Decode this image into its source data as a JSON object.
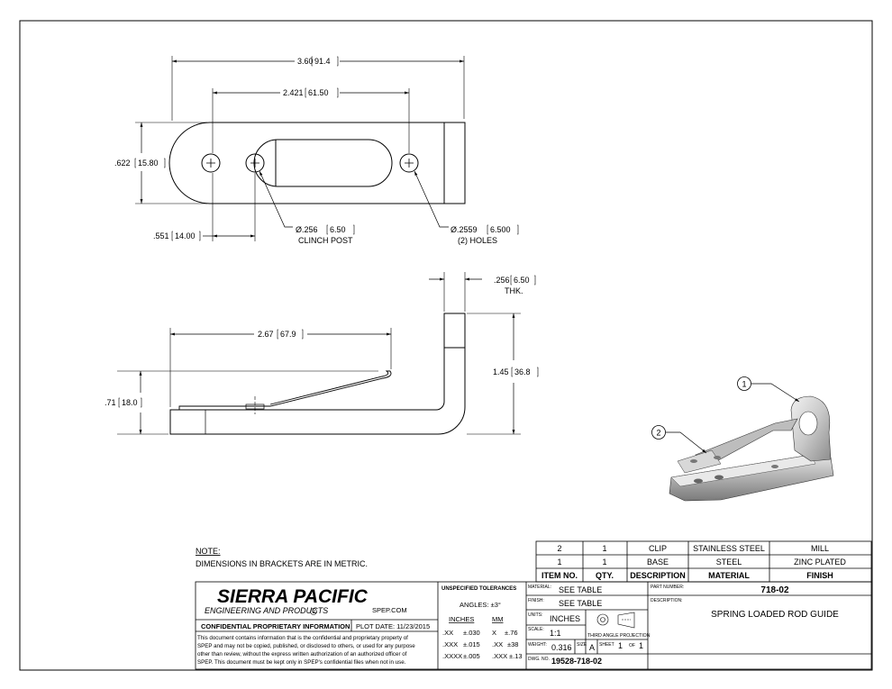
{
  "dims": {
    "overall_length": "3.60",
    "overall_length_mm": "91.4",
    "hole_spacing": "2.421",
    "hole_spacing_mm": "61.50",
    "width": ".622",
    "width_mm": "15.80",
    "post_offset": ".551",
    "post_offset_mm": "14.00",
    "clinch_dia": "Ø.256",
    "clinch_dia_mm": "6.50",
    "clinch_label": "CLINCH POST",
    "hole_dia": "Ø.2559",
    "hole_dia_mm": "6.500",
    "hole_label": "(2) HOLES",
    "thk": ".256",
    "thk_mm": "6.50",
    "thk_label": "THK.",
    "clip_len": "2.67",
    "clip_len_mm": "67.9",
    "height": "1.45",
    "height_mm": "36.8",
    "clip_height": ".71",
    "clip_height_mm": "18.0"
  },
  "balloons": [
    "1",
    "2"
  ],
  "note": {
    "title": "NOTE:",
    "text": "DIMENSIONS IN BRACKETS ARE IN METRIC."
  },
  "bom": {
    "headers": [
      "ITEM NO.",
      "QTY.",
      "DESCRIPTION",
      "MATERIAL",
      "FINISH"
    ],
    "rows": [
      [
        "2",
        "1",
        "CLIP",
        "STAINLESS STEEL",
        "MILL"
      ],
      [
        "1",
        "1",
        "BASE",
        "STEEL",
        "ZINC PLATED"
      ]
    ]
  },
  "title_block": {
    "company": "SIERRA PACIFIC",
    "company_sub": "ENGINEERING AND PRODUCTS",
    "registered": "R",
    "website": "SPEP.COM",
    "confidential_label": "CONFIDENTIAL PROPRIETARY INFORMATION",
    "plot_date": "PLOT DATE: 11/23/2015",
    "confidential_text": [
      "This document contains information that is the confidential and proprietary property of",
      "SPEP and may not be copied, published, or disclosed to others, or used for any purpose",
      "other than review, without the express written authorization of an authorized officer of",
      "SPEP. This document must be kept only in SPEP's confidential files when not in use."
    ],
    "tolerances": {
      "title": "UNSPECIFIED TOLERANCES",
      "angles": "ANGLES: ±3°",
      "inches_label": "INCHES",
      "mm_label": "MM",
      "rows": [
        [
          ".XX",
          "±.030",
          "X",
          "±.76"
        ],
        [
          ".XXX",
          "±.015",
          ".XX",
          "±38"
        ],
        [
          ".XXXX",
          "±.005",
          ".XXX",
          "±.13"
        ]
      ]
    },
    "material_label": "MATERIAL:",
    "material": "SEE TABLE",
    "finish_label": "FINISH:",
    "finish": "SEE TABLE",
    "units_label": "UNITS:",
    "units": "INCHES",
    "scale_label": "SCALE:",
    "scale": "1:1",
    "projection": "THIRD ANGLE PROJECTION",
    "weight_label": "WEIGHT:",
    "weight": "0.316",
    "size_label": "SIZE",
    "size": "A",
    "sheet_label": "SHEET",
    "sheet": "1",
    "of_label": "OF",
    "of": "1",
    "dwg_label": "DWG. NO.",
    "dwg_no": "19528-718-02",
    "part_label": "PART NUMBER:",
    "part_no": "718-02",
    "desc_label": "DESCRIPTION:",
    "description": "SPRING LOADED ROD GUIDE"
  }
}
